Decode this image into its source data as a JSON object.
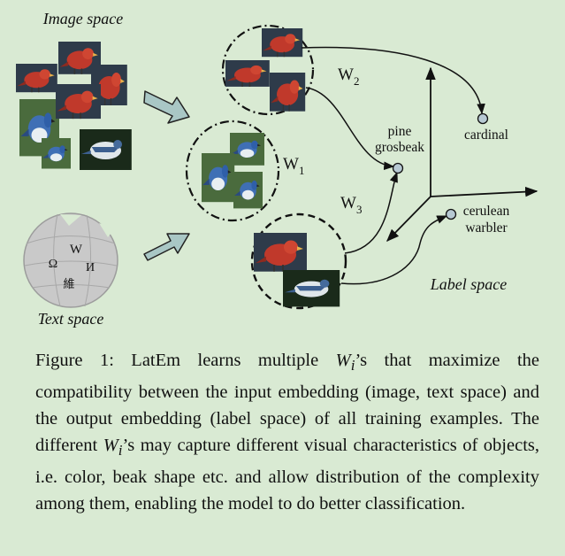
{
  "figure": {
    "image_space_label": "Image space",
    "text_space_label": "Text space",
    "label_space_label": "Label space",
    "matrices": {
      "w1": "W",
      "w2": "W",
      "w3": "W",
      "w1_sub": "1",
      "w2_sub": "2",
      "w3_sub": "3"
    },
    "classes": {
      "pine_line1": "pine",
      "pine_line2": "grosbeak",
      "cardinal": "cardinal",
      "cerulean_line1": "cerulean",
      "cerulean_line2": "warbler"
    },
    "wiki_glyphs": [
      "W",
      "Ω",
      "И",
      "維"
    ]
  },
  "caption": {
    "prefix": "Figure 1:  LatEm learns multiple ",
    "w_symbol": "W",
    "w_sub": "i",
    "part1": "’s that maximize the compatibility between the input embedding (image, text space) and the output embedding (label space) of all training examples. The different ",
    "part2": "’s may capture different visual characteristics of objects, i.e. color, beak shape etc. and allow distribution of the complexity among them, enabling the model to do better classification."
  },
  "colors": {
    "background": "#d9ead3",
    "arrow_fill": "#a9c7c5",
    "arrow_stroke": "#222222",
    "red_bird": "#c0392b",
    "blue_bird": "#3f6fb5",
    "node_fill": "#b7c9d3"
  }
}
